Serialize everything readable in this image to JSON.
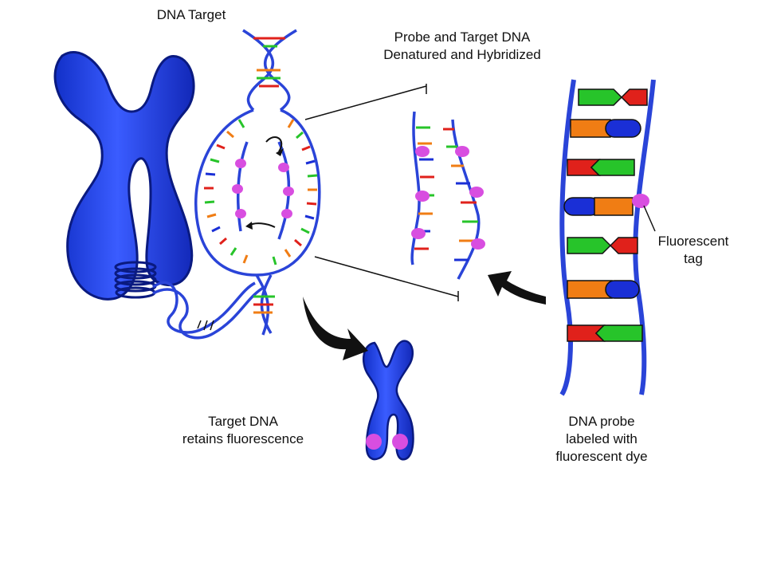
{
  "labels": {
    "dna_target": "DNA Target",
    "probe_target_line1": "Probe and Target DNA",
    "probe_target_line2": "Denatured and Hybridized",
    "fluorescent_tag_line1": "Fluorescent",
    "fluorescent_tag_line2": "tag",
    "target_retains_line1": "Target DNA",
    "target_retains_line2": "retains fluorescence",
    "probe_labeled_line1": "DNA probe",
    "probe_labeled_line2": "labeled with",
    "probe_labeled_line3": "fluorescent dye"
  },
  "colors": {
    "chromosome": "#1f3fe0",
    "chromosome_outline": "#0a1a80",
    "strand": "#2a44d8",
    "fluor": "#d84ee0",
    "base_red": "#e0211b",
    "base_green": "#27c42a",
    "base_orange": "#f07d14",
    "base_blue": "#1a2fd6",
    "arrow": "#111111"
  }
}
